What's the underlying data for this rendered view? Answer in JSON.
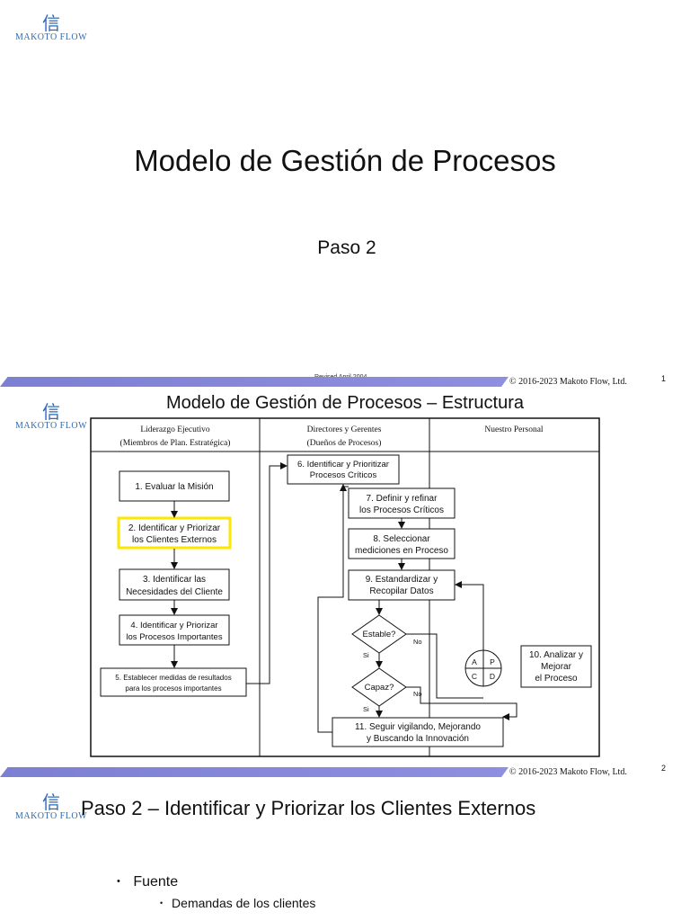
{
  "slide1": {
    "logo": {
      "kanji": "信",
      "brand": "MAKOTO FLOW"
    },
    "title": "Modelo de Gestión de Procesos",
    "subtitle": "Paso 2"
  },
  "slide2": {
    "revised": "Revised April 2004",
    "copyright": "© 2016-2023 Makoto Flow, Ltd.",
    "page_number": "1",
    "logo": {
      "kanji": "信",
      "brand": "MAKOTO FLOW"
    },
    "title": "Modelo de Gestión de Procesos – Estructura",
    "columns": [
      {
        "line1": "Liderazgo Ejecutivo",
        "line2": "(Miembros de Plan. Estratégica)"
      },
      {
        "line1": "Directores y Gerentes",
        "line2": "(Dueños de Procesos)"
      },
      {
        "line1": "Nuestro Personal",
        "line2": ""
      }
    ],
    "boxes": {
      "b1": [
        "1. Evaluar la Misión"
      ],
      "b2": [
        "2. Identificar y Priorizar",
        "los Clientes Externos"
      ],
      "b3": [
        "3. Identificar las",
        "Necesidades del Cliente"
      ],
      "b4": [
        "4. Identificar y Priorizar",
        "los Procesos Importantes"
      ],
      "b5": [
        "5. Establecer medidas de resultados",
        "para los procesos importantes"
      ],
      "b6": [
        "6. Identificar y Prioritizar",
        "Procesos Críticos"
      ],
      "b7": [
        "7. Definir y refinar",
        "los Procesos Críticos"
      ],
      "b8": [
        "8. Seleccionar",
        "mediciones en Proceso"
      ],
      "b9": [
        "9. Estandardizar y",
        "Recopilar Datos"
      ],
      "b10": [
        "10. Analizar y",
        "Mejorar",
        "el Proceso"
      ],
      "b11": [
        "11. Seguir vigilando, Mejorando",
        "y Buscando la Innovación"
      ]
    },
    "decisions": {
      "d1": "Estable?",
      "d2": "Capaz?"
    },
    "labels": {
      "yes": "Si",
      "no": "No"
    },
    "pdca": [
      "A",
      "P",
      "C",
      "D"
    ],
    "highlight_color": "#ffe600"
  },
  "slide3": {
    "copyright": "© 2016-2023 Makoto Flow, Ltd.",
    "page_number": "2",
    "logo": {
      "kanji": "信",
      "brand": "MAKOTO FLOW"
    },
    "title": "Paso 2 – Identificar y Priorizar los Clientes Externos",
    "bullets": [
      {
        "text": "Fuente",
        "children": [
          "Demandas de los clientes"
        ]
      }
    ]
  }
}
